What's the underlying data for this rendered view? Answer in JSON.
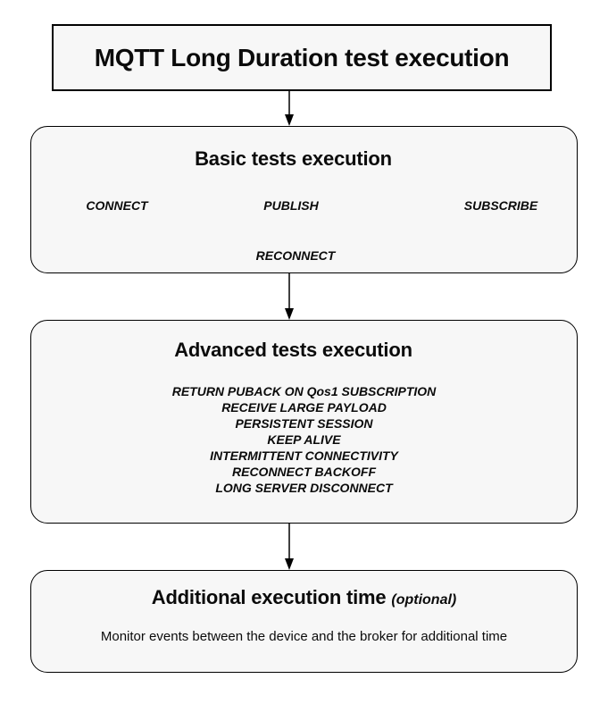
{
  "diagram": {
    "title_box": {
      "label": "MQTT Long Duration test execution"
    },
    "basic_box": {
      "title": "Basic tests execution",
      "row_items": [
        "CONNECT",
        "PUBLISH",
        "SUBSCRIBE"
      ],
      "bottom_item": "RECONNECT"
    },
    "advanced_box": {
      "title": "Advanced tests execution",
      "items": [
        "RETURN PUBACK ON Qos1 SUBSCRIPTION",
        "RECEIVE LARGE PAYLOAD",
        "PERSISTENT SESSION",
        "KEEP ALIVE",
        "INTERMITTENT CONNECTIVITY",
        "RECONNECT BACKOFF",
        "LONG SERVER DISCONNECT"
      ]
    },
    "additional_box": {
      "title": "Additional execution time",
      "title_suffix": "(optional)",
      "description": "Monitor events between the device and the broker for additional time"
    },
    "icons": {
      "flow_connector": "down-arrow"
    },
    "colors": {
      "background": "#ffffff",
      "box_fill": "#f7f7f7",
      "box_border": "#000000",
      "text": "#0b0b0b"
    }
  }
}
